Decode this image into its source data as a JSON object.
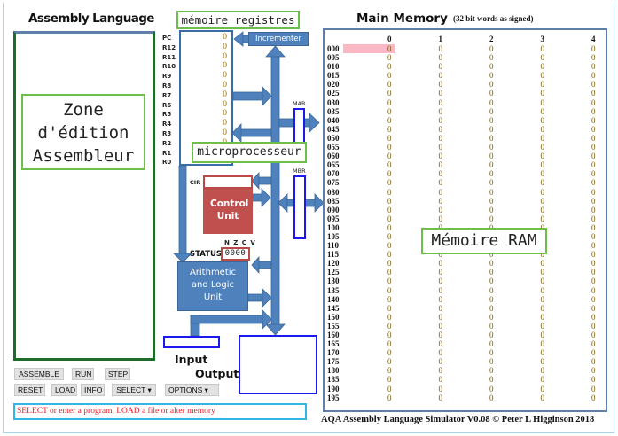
{
  "assembly": {
    "title": "Assembly Language",
    "editor_value": "",
    "annotation": "Zone d'édition Assembleur"
  },
  "registers": {
    "annotation": "mémoire registres",
    "items": [
      {
        "name": "PC",
        "value": "0"
      },
      {
        "name": "R12",
        "value": "0"
      },
      {
        "name": "R11",
        "value": "0"
      },
      {
        "name": "R10",
        "value": "0"
      },
      {
        "name": "R9",
        "value": "0"
      },
      {
        "name": "R8",
        "value": "0"
      },
      {
        "name": "R7",
        "value": "0"
      },
      {
        "name": "R6",
        "value": "0"
      },
      {
        "name": "R5",
        "value": "0"
      },
      {
        "name": "R4",
        "value": "0"
      },
      {
        "name": "R3",
        "value": "0"
      },
      {
        "name": "R2",
        "value": "0"
      },
      {
        "name": "R1",
        "value": "0"
      },
      {
        "name": "R0",
        "value": "0"
      }
    ]
  },
  "cpu": {
    "annotation": "microprocesseur",
    "incrementer": "Incrementer",
    "mar_label": "MAR",
    "mbr_label": "MBR",
    "cir_label": "CIR",
    "cir_value": "",
    "control_unit": "Control Unit",
    "flags_header": "N Z C V",
    "status_label": "STATUS",
    "status_value": "0000",
    "alu": "Arithmetic and Logic Unit",
    "colors": {
      "bus": "#4f81bd",
      "control_unit": "#c0504d",
      "io_border": "#1a1aee"
    }
  },
  "io": {
    "input_label": "Input",
    "output_label": "Output",
    "input_value": "",
    "output_value": ""
  },
  "controls": {
    "assemble": "ASSEMBLE",
    "run": "RUN",
    "step": "STEP",
    "reset": "RESET",
    "load": "LOAD",
    "info": "INFO",
    "select": "SELECT ▾",
    "options": "OPTIONS  ▾"
  },
  "message": "SELECT or enter a program, LOAD a file or alter memory",
  "memory": {
    "title": "Main Memory",
    "subtitle": "(32 bit words as signed)",
    "annotation": "Mémoire RAM",
    "columns": [
      "0",
      "1",
      "2",
      "3",
      "4"
    ],
    "highlighted_address": "000",
    "rows": [
      {
        "addr": "000",
        "values": [
          "0",
          "0",
          "0",
          "0",
          "0"
        ]
      },
      {
        "addr": "005",
        "values": [
          "0",
          "0",
          "0",
          "0",
          "0"
        ]
      },
      {
        "addr": "010",
        "values": [
          "0",
          "0",
          "0",
          "0",
          "0"
        ]
      },
      {
        "addr": "015",
        "values": [
          "0",
          "0",
          "0",
          "0",
          "0"
        ]
      },
      {
        "addr": "020",
        "values": [
          "0",
          "0",
          "0",
          "0",
          "0"
        ]
      },
      {
        "addr": "025",
        "values": [
          "0",
          "0",
          "0",
          "0",
          "0"
        ]
      },
      {
        "addr": "030",
        "values": [
          "0",
          "0",
          "0",
          "0",
          "0"
        ]
      },
      {
        "addr": "035",
        "values": [
          "0",
          "0",
          "0",
          "0",
          "0"
        ]
      },
      {
        "addr": "040",
        "values": [
          "0",
          "0",
          "0",
          "0",
          "0"
        ]
      },
      {
        "addr": "045",
        "values": [
          "0",
          "0",
          "0",
          "0",
          "0"
        ]
      },
      {
        "addr": "050",
        "values": [
          "0",
          "0",
          "0",
          "0",
          "0"
        ]
      },
      {
        "addr": "055",
        "values": [
          "0",
          "0",
          "0",
          "0",
          "0"
        ]
      },
      {
        "addr": "060",
        "values": [
          "0",
          "0",
          "0",
          "0",
          "0"
        ]
      },
      {
        "addr": "065",
        "values": [
          "0",
          "0",
          "0",
          "0",
          "0"
        ]
      },
      {
        "addr": "070",
        "values": [
          "0",
          "0",
          "0",
          "0",
          "0"
        ]
      },
      {
        "addr": "075",
        "values": [
          "0",
          "0",
          "0",
          "0",
          "0"
        ]
      },
      {
        "addr": "080",
        "values": [
          "0",
          "0",
          "0",
          "0",
          "0"
        ]
      },
      {
        "addr": "085",
        "values": [
          "0",
          "0",
          "0",
          "0",
          "0"
        ]
      },
      {
        "addr": "090",
        "values": [
          "0",
          "0",
          "0",
          "0",
          "0"
        ]
      },
      {
        "addr": "095",
        "values": [
          "0",
          "0",
          "0",
          "0",
          "0"
        ]
      },
      {
        "addr": "100",
        "values": [
          "0",
          "0",
          "0",
          "0",
          "0"
        ]
      },
      {
        "addr": "105",
        "values": [
          "0",
          "0",
          "0",
          "0",
          "0"
        ]
      },
      {
        "addr": "110",
        "values": [
          "0",
          "0",
          "0",
          "0",
          "0"
        ]
      },
      {
        "addr": "115",
        "values": [
          "0",
          "0",
          "0",
          "0",
          "0"
        ]
      },
      {
        "addr": "120",
        "values": [
          "0",
          "0",
          "0",
          "0",
          "0"
        ]
      },
      {
        "addr": "125",
        "values": [
          "0",
          "0",
          "0",
          "0",
          "0"
        ]
      },
      {
        "addr": "130",
        "values": [
          "0",
          "0",
          "0",
          "0",
          "0"
        ]
      },
      {
        "addr": "135",
        "values": [
          "0",
          "0",
          "0",
          "0",
          "0"
        ]
      },
      {
        "addr": "140",
        "values": [
          "0",
          "0",
          "0",
          "0",
          "0"
        ]
      },
      {
        "addr": "145",
        "values": [
          "0",
          "0",
          "0",
          "0",
          "0"
        ]
      },
      {
        "addr": "150",
        "values": [
          "0",
          "0",
          "0",
          "0",
          "0"
        ]
      },
      {
        "addr": "155",
        "values": [
          "0",
          "0",
          "0",
          "0",
          "0"
        ]
      },
      {
        "addr": "160",
        "values": [
          "0",
          "0",
          "0",
          "0",
          "0"
        ]
      },
      {
        "addr": "165",
        "values": [
          "0",
          "0",
          "0",
          "0",
          "0"
        ]
      },
      {
        "addr": "170",
        "values": [
          "0",
          "0",
          "0",
          "0",
          "0"
        ]
      },
      {
        "addr": "175",
        "values": [
          "0",
          "0",
          "0",
          "0",
          "0"
        ]
      },
      {
        "addr": "180",
        "values": [
          "0",
          "0",
          "0",
          "0",
          "0"
        ]
      },
      {
        "addr": "185",
        "values": [
          "0",
          "0",
          "0",
          "0",
          "0"
        ]
      },
      {
        "addr": "190",
        "values": [
          "0",
          "0",
          "0",
          "0",
          "0"
        ]
      },
      {
        "addr": "195",
        "values": [
          "0",
          "0",
          "0",
          "0",
          "0"
        ]
      }
    ]
  },
  "footer": "AQA Assembly Language Simulator V0.08 © Peter L Higginson 2018"
}
